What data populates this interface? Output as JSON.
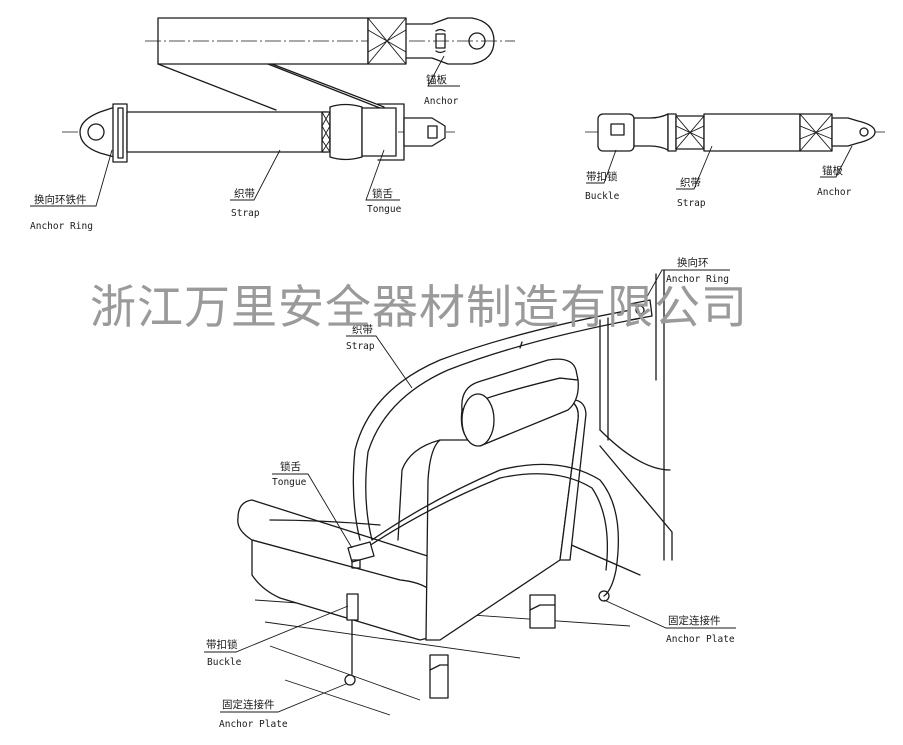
{
  "watermark": "浙江万里安全器材制造有限公司",
  "top_left_assembly": {
    "anchor": {
      "cn": "锚板",
      "en": "Anchor"
    },
    "anchor_ring": {
      "cn": "换向环铁件",
      "en": "Anchor Ring"
    },
    "strap": {
      "cn": "织带",
      "en": "Strap"
    },
    "tongue": {
      "cn": "锁舌",
      "en": "Tongue"
    }
  },
  "top_right_assembly": {
    "buckle": {
      "cn": "带扣锁",
      "en": "Buckle"
    },
    "strap": {
      "cn": "织带",
      "en": "Strap"
    },
    "anchor": {
      "cn": "锚板",
      "en": "Anchor"
    }
  },
  "seat_view": {
    "anchor_ring": {
      "cn": "换向环",
      "en": "Anchor Ring"
    },
    "strap": {
      "cn": "织带",
      "en": "Strap"
    },
    "tongue": {
      "cn": "锁舌",
      "en": "Tongue"
    },
    "anchor_plate_right": {
      "cn": "固定连接件",
      "en": "Anchor Plate"
    },
    "buckle": {
      "cn": "带扣锁",
      "en": "Buckle"
    },
    "anchor_plate_left": {
      "cn": "固定连接件",
      "en": "Anchor Plate"
    }
  }
}
